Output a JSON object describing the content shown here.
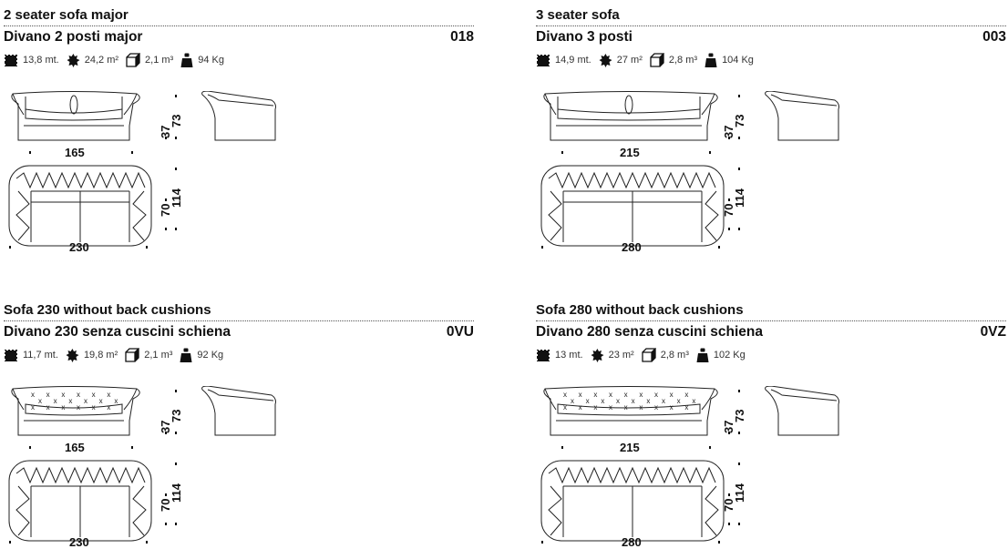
{
  "cards": [
    {
      "title_en": "2 seater sofa major",
      "title_it": "Divano 2 posti major",
      "code": "018",
      "specs": {
        "fabric": "13,8 mt.",
        "leather": "24,2 m²",
        "volume": "2,1 m³",
        "weight": "94 Kg"
      },
      "dims": {
        "front_width": "165",
        "depth_seat": "37",
        "height": "73",
        "top_width": "230",
        "depth_inner": "70",
        "depth_total": "114"
      },
      "back_cushions": true
    },
    {
      "title_en": "3 seater sofa",
      "title_it": "Divano 3 posti",
      "code": "003",
      "specs": {
        "fabric": "14,9 mt.",
        "leather": "27 m²",
        "volume": "2,8 m³",
        "weight": "104 Kg"
      },
      "dims": {
        "front_width": "215",
        "depth_seat": "37",
        "height": "73",
        "top_width": "280",
        "depth_inner": "70",
        "depth_total": "114"
      },
      "back_cushions": true
    },
    {
      "title_en": "Sofa 230 without back cushions",
      "title_it": "Divano 230 senza cuscini schiena",
      "code": "0VU",
      "specs": {
        "fabric": "11,7 mt.",
        "leather": "19,8 m²",
        "volume": "2,1 m³",
        "weight": "92 Kg"
      },
      "dims": {
        "front_width": "165",
        "depth_seat": "37",
        "height": "73",
        "top_width": "230",
        "depth_inner": "70",
        "depth_total": "114"
      },
      "back_cushions": false
    },
    {
      "title_en": "Sofa 280 without back cushions",
      "title_it": "Divano 280 senza cuscini schiena",
      "code": "0VZ",
      "specs": {
        "fabric": "13 mt.",
        "leather": "23 m²",
        "volume": "2,8 m³",
        "weight": "102 Kg"
      },
      "dims": {
        "front_width": "215",
        "depth_seat": "37",
        "height": "73",
        "top_width": "280",
        "depth_inner": "70",
        "depth_total": "114"
      },
      "back_cushions": false
    }
  ],
  "icons": {
    "fabric": "fabric-swatch-icon",
    "leather": "leather-hide-icon",
    "volume": "box-volume-icon",
    "weight": "weight-icon"
  }
}
